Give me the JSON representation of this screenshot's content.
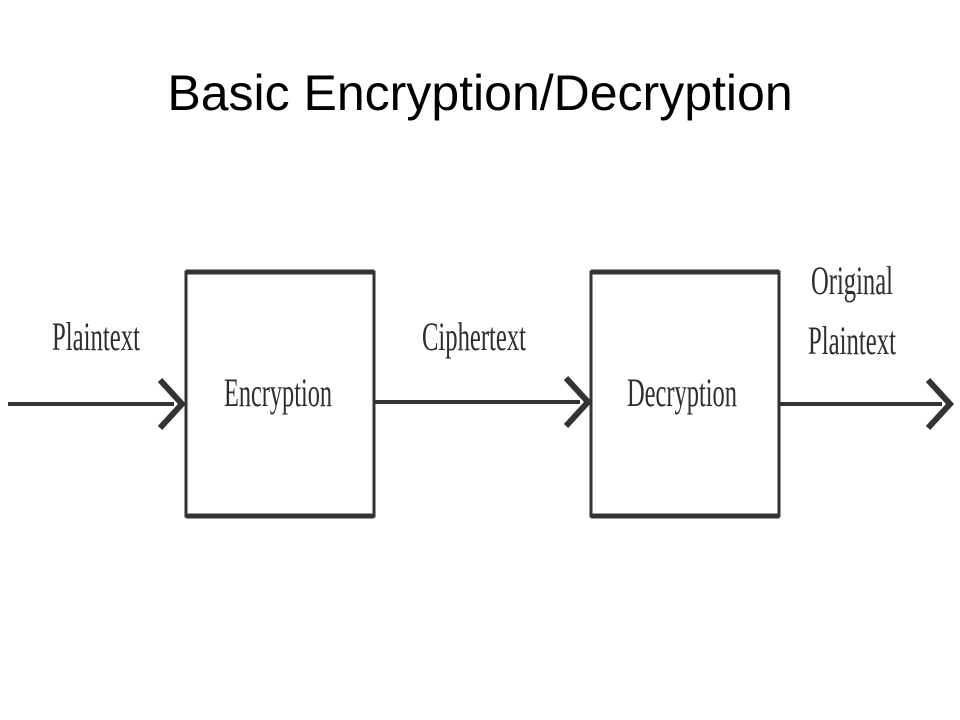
{
  "title": "Basic Encryption/Decryption",
  "diagram": {
    "input_label": "Plaintext",
    "encryption_label": "Encryption",
    "middle_label": "Ciphertext",
    "decryption_label": "Decryption",
    "output_label_line1": "Original",
    "output_label_line2": "Plaintext"
  },
  "colors": {
    "stroke": "#333333",
    "text": "#2e2e2e"
  }
}
